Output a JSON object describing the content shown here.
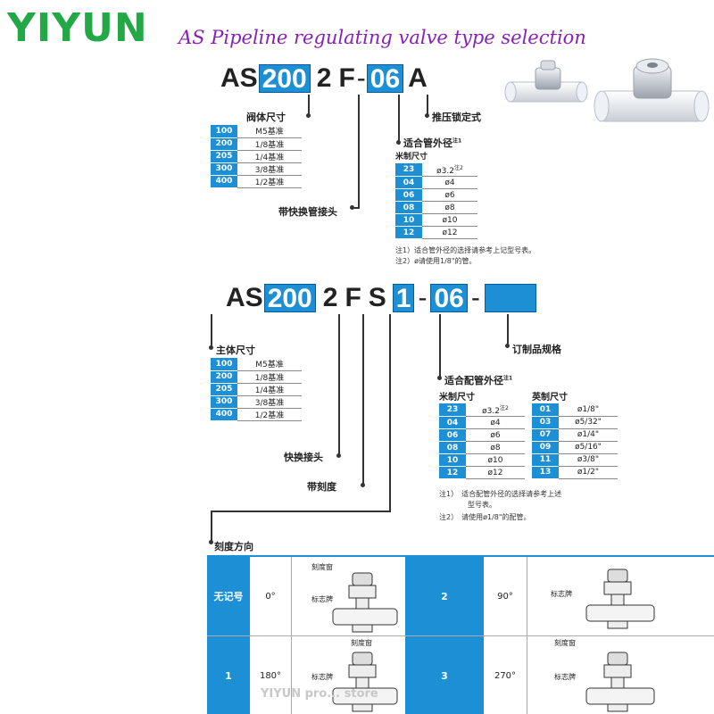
{
  "header": {
    "brand": "YIYUN",
    "title": "AS Pipeline regulating valve type selection"
  },
  "section1": {
    "code": [
      "AS",
      "200",
      "2",
      "F",
      "-",
      "06",
      "A"
    ],
    "body_size": {
      "label": "阀体尺寸",
      "rows": [
        [
          "100",
          "M5基准"
        ],
        [
          "200",
          "1/8基准"
        ],
        [
          "205",
          "1/4基准"
        ],
        [
          "300",
          "3/8基准"
        ],
        [
          "400",
          "1/2基准"
        ]
      ]
    },
    "push_lock_label": "推压锁定式",
    "tube_od": {
      "label": "适合管外径",
      "note_mark": "注1",
      "metric_label": "米制尺寸",
      "rows": [
        [
          "23",
          "ø3.2",
          "注2"
        ],
        [
          "04",
          "ø4",
          ""
        ],
        [
          "06",
          "ø6",
          ""
        ],
        [
          "08",
          "ø8",
          ""
        ],
        [
          "10",
          "ø10",
          ""
        ],
        [
          "12",
          "ø12",
          ""
        ]
      ]
    },
    "fitting_label": "带快换管接头",
    "notes": [
      "注1）适合管外径的选择请参考上记型号表。",
      "注2）ø请使用1/8\"的管。"
    ]
  },
  "section2": {
    "code": [
      "AS",
      "200",
      "2",
      "F",
      "S",
      "1",
      "-",
      "06",
      "-"
    ],
    "main_size": {
      "label": "主体尺寸",
      "rows": [
        [
          "100",
          "M5基准"
        ],
        [
          "200",
          "1/8基准"
        ],
        [
          "205",
          "1/4基准"
        ],
        [
          "300",
          "3/8基准"
        ],
        [
          "400",
          "1/2基准"
        ]
      ]
    },
    "custom_label": "订制品规格",
    "tube_od": {
      "label": "适合配管外径",
      "note_mark": "注1",
      "metric_label": "米制尺寸",
      "inch_label": "英制尺寸",
      "metric_rows": [
        [
          "23",
          "ø3.2",
          "注2"
        ],
        [
          "04",
          "ø4",
          ""
        ],
        [
          "06",
          "ø6",
          ""
        ],
        [
          "08",
          "ø8",
          ""
        ],
        [
          "10",
          "ø10",
          ""
        ],
        [
          "12",
          "ø12",
          ""
        ]
      ],
      "inch_rows": [
        [
          "01",
          "ø1/8\""
        ],
        [
          "03",
          "ø5/32\""
        ],
        [
          "07",
          "ø1/4\""
        ],
        [
          "09",
          "ø5/16\""
        ],
        [
          "11",
          "ø3/8\""
        ],
        [
          "13",
          "ø1/2\""
        ]
      ]
    },
    "quick_label": "快换接头",
    "scale_label": "带刻度",
    "notes": [
      "注1）　适合配管外径的选择请参考上述",
      "　　　　型号表。",
      "注2）　请使用ø1/8\"的配管。"
    ]
  },
  "scale_direction": {
    "label": "刻度方向",
    "window_label": "刻度窗",
    "plate_label": "标志牌",
    "rows": [
      {
        "left_key": "无记号",
        "left_deg": "0°",
        "right_key": "2",
        "right_deg": "90°"
      },
      {
        "left_key": "1",
        "left_deg": "180°",
        "right_key": "3",
        "right_deg": "270°"
      }
    ]
  },
  "watermark": "YIYUN pro... store",
  "colors": {
    "brand": "#22a845",
    "title": "#8a1fb5",
    "accent": "#1d8fd4"
  }
}
